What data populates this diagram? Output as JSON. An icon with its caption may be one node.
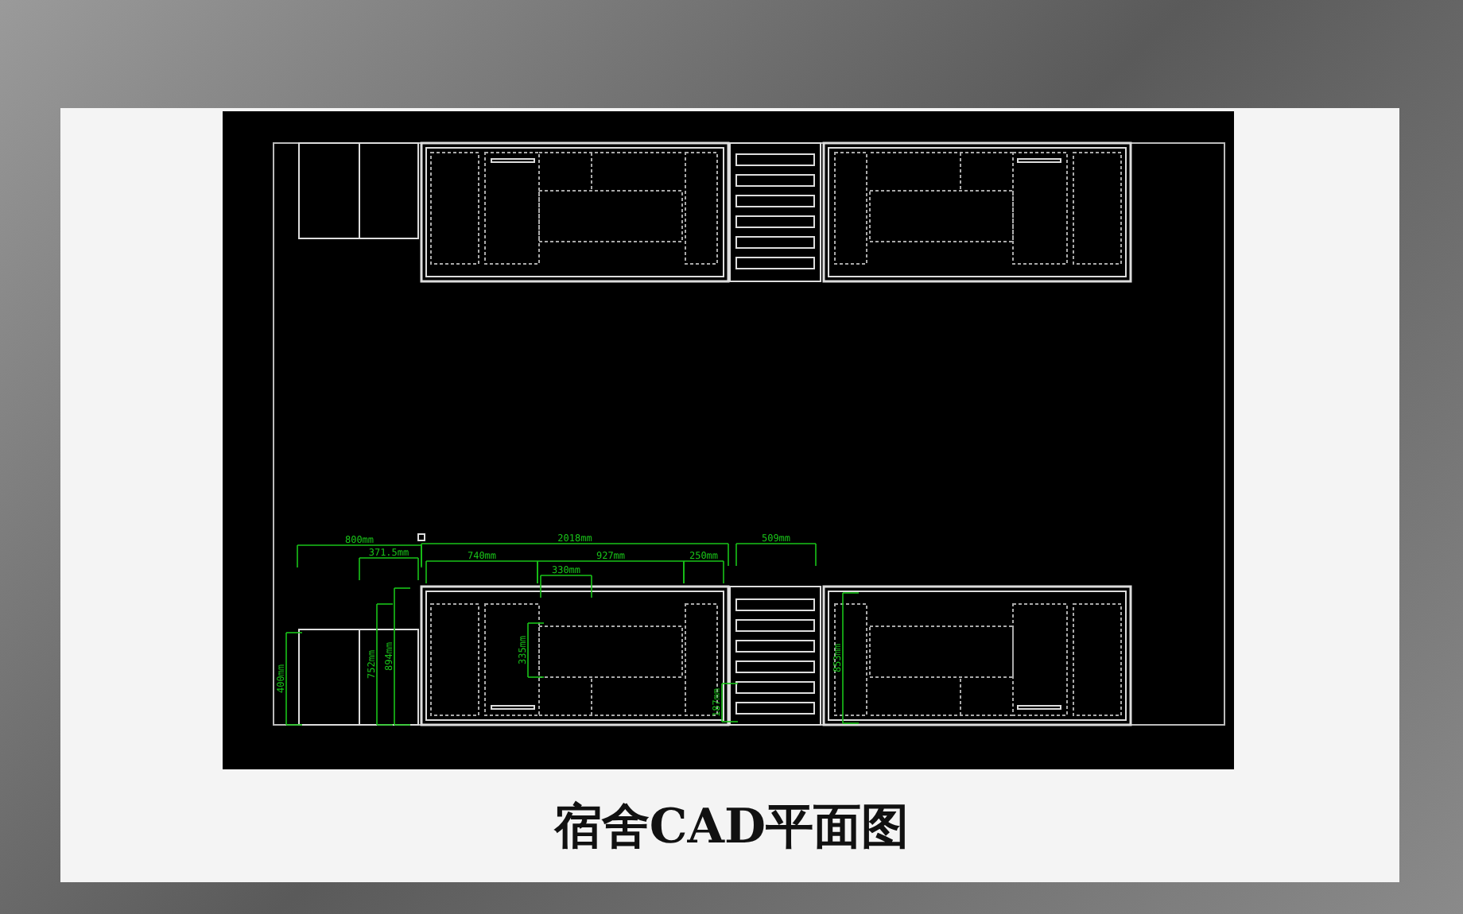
{
  "diagram": {
    "title": "宿舍CAD平面图",
    "labels": [
      "800mm",
      "2018mm",
      "509mm",
      "371.5mm",
      "740mm",
      "927mm",
      "250mm",
      "330mm",
      "400mm",
      "752mm",
      "894mm",
      "335mm",
      "187mm",
      "853mm"
    ]
  }
}
